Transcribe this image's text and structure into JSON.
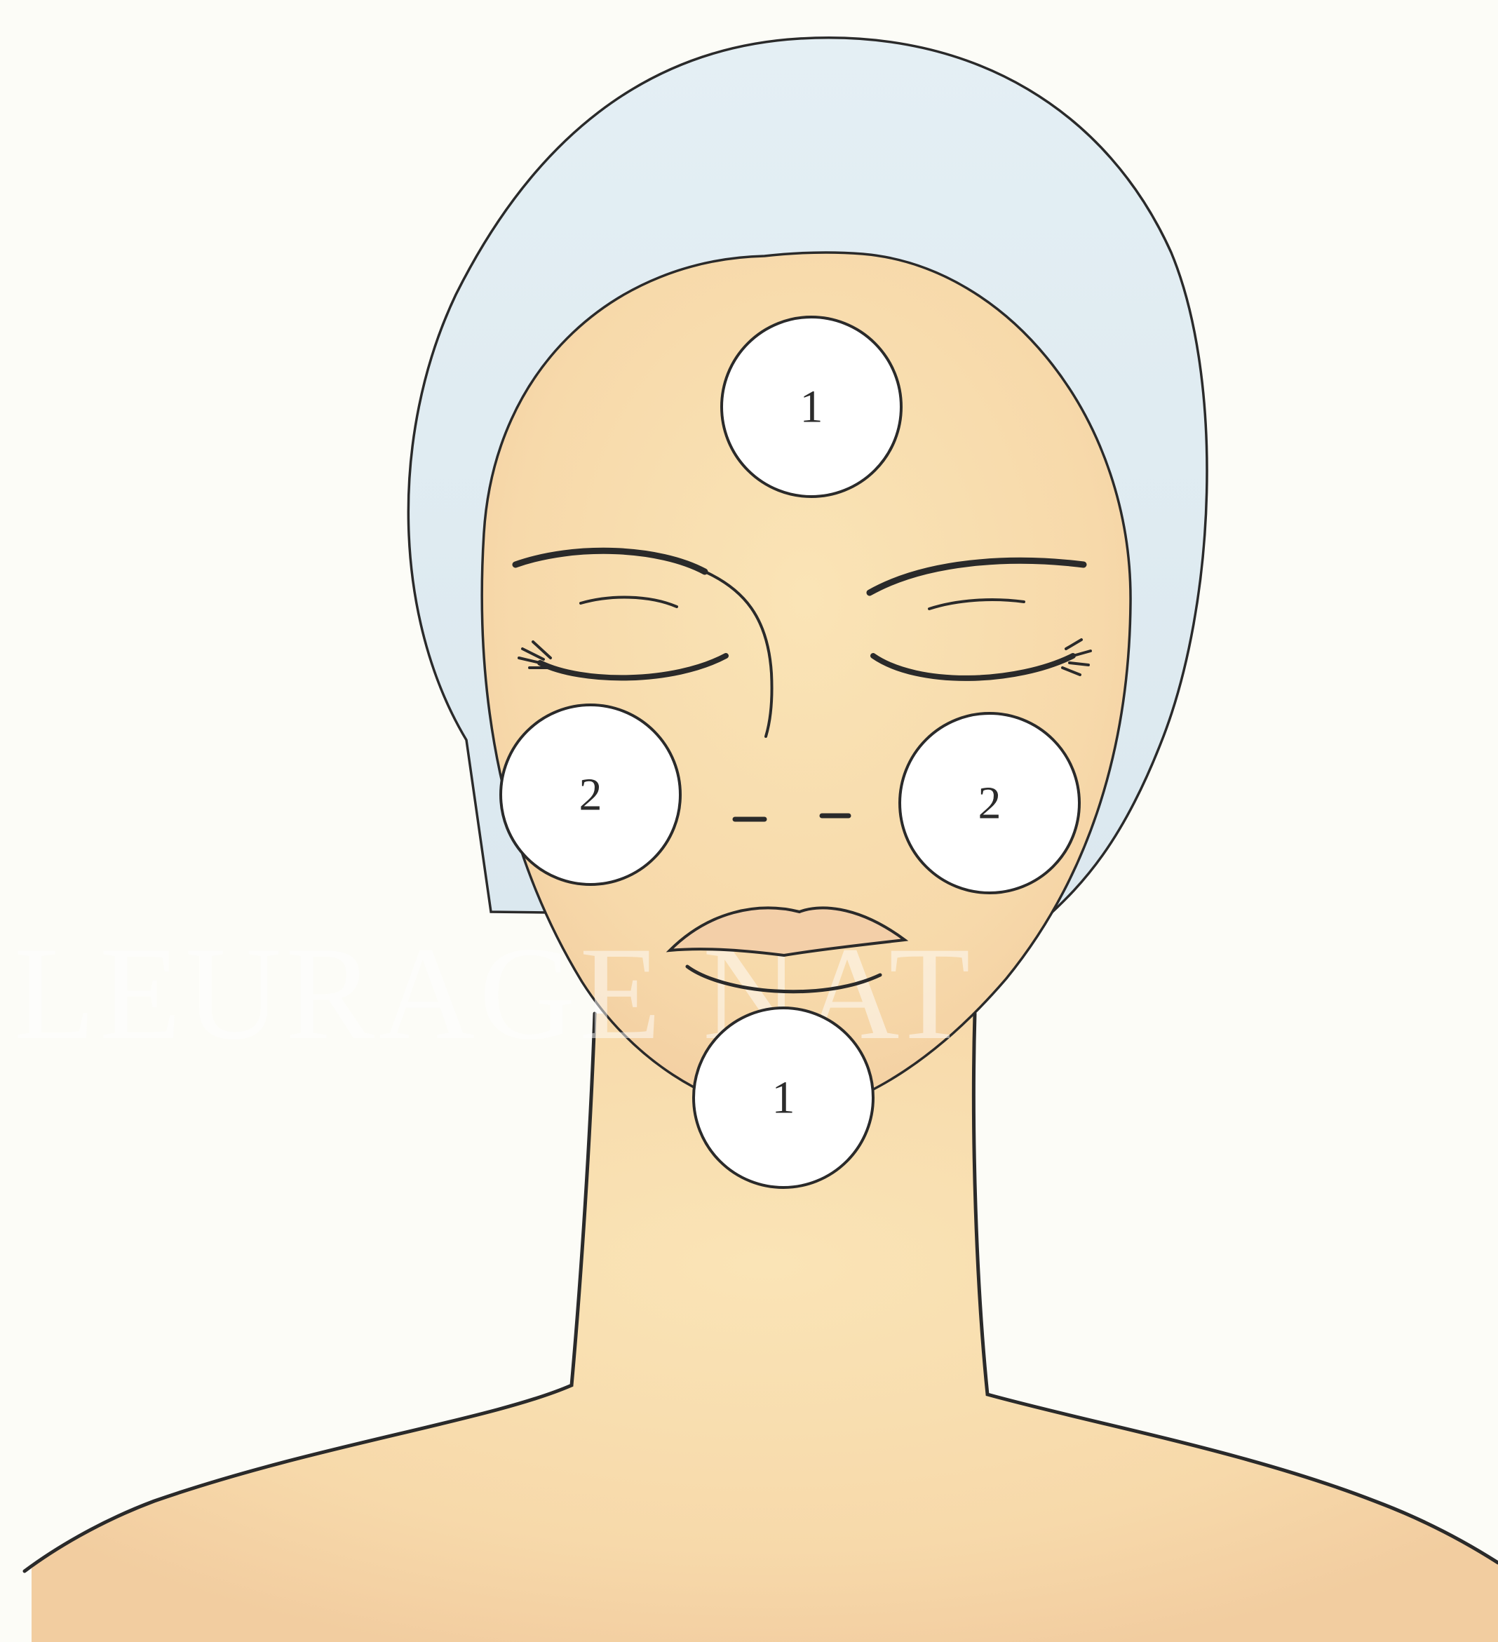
{
  "colors": {
    "background": "#fcfcf7",
    "skin": "#f7dcae",
    "skin_shadow": "#f1c89e",
    "cap": "#e0ecf2",
    "outline": "#2a2a2a",
    "zone_fill": "#ffffff"
  },
  "watermark": {
    "text": "LEURAGE NAT"
  },
  "zones": [
    {
      "id": "forehead",
      "label": "1"
    },
    {
      "id": "left-cheek",
      "label": "2"
    },
    {
      "id": "right-cheek",
      "label": "2"
    },
    {
      "id": "chin",
      "label": "1"
    }
  ]
}
